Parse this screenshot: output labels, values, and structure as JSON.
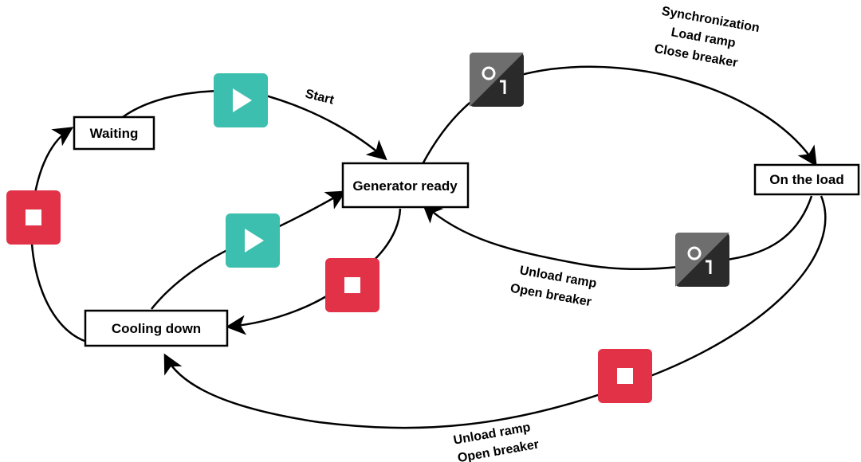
{
  "colors": {
    "play": "#3dbfaf",
    "stop": "#e23248",
    "breaker_light": "#6e6e6e",
    "breaker_dark": "#2a2a2a",
    "line": "#000000"
  },
  "states": {
    "waiting": "Waiting",
    "generator_ready": "Generator ready",
    "on_the_load": "On the load",
    "cooling_down": "Cooling down"
  },
  "transitions": {
    "start": "Start",
    "to_load": [
      "Synchronization",
      "Load ramp",
      "Close breaker"
    ],
    "load_to_ready": [
      "Unload ramp",
      "Open breaker"
    ],
    "load_to_cooling": [
      "Unload ramp",
      "Open breaker"
    ]
  },
  "icons": {
    "play": "play-icon",
    "stop": "stop-icon",
    "breaker": "breaker-switch-icon"
  }
}
